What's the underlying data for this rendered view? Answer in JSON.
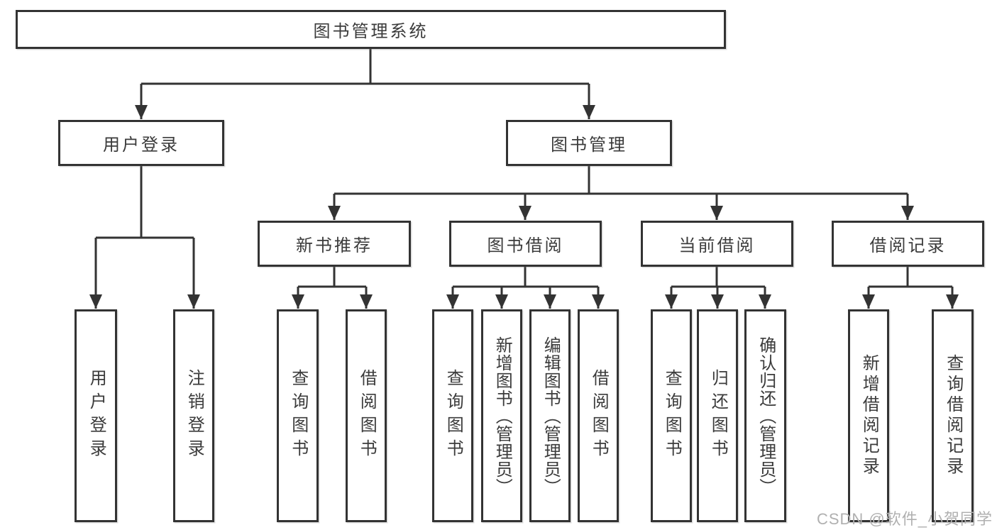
{
  "colors": {
    "background": "#ffffff",
    "line": "#333333",
    "text": "#3b3b3b",
    "watermark": "#b0b0b0"
  },
  "nodes": {
    "root": {
      "label": "图书管理系统"
    },
    "l2": [
      {
        "label": "用户登录"
      },
      {
        "label": "图书管理"
      }
    ],
    "l3": [
      {
        "label": "新书推荐"
      },
      {
        "label": "图书借阅"
      },
      {
        "label": "当前借阅"
      },
      {
        "label": "借阅记录"
      }
    ],
    "leaves": [
      {
        "label": "用户登录"
      },
      {
        "label": "注销登录"
      },
      {
        "label": "查询图书"
      },
      {
        "label": "借阅图书"
      },
      {
        "label": "查询图书"
      },
      {
        "label": "新增图书（管理员）"
      },
      {
        "label": "编辑图书（管理员）"
      },
      {
        "label": "借阅图书"
      },
      {
        "label": "查询图书"
      },
      {
        "label": "归还图书"
      },
      {
        "label": "确认归还（管理员）"
      },
      {
        "label": "新增借阅记录"
      },
      {
        "label": "查询借阅记录"
      }
    ]
  },
  "watermark": {
    "text": "CSDN @软件_小贺同学"
  }
}
